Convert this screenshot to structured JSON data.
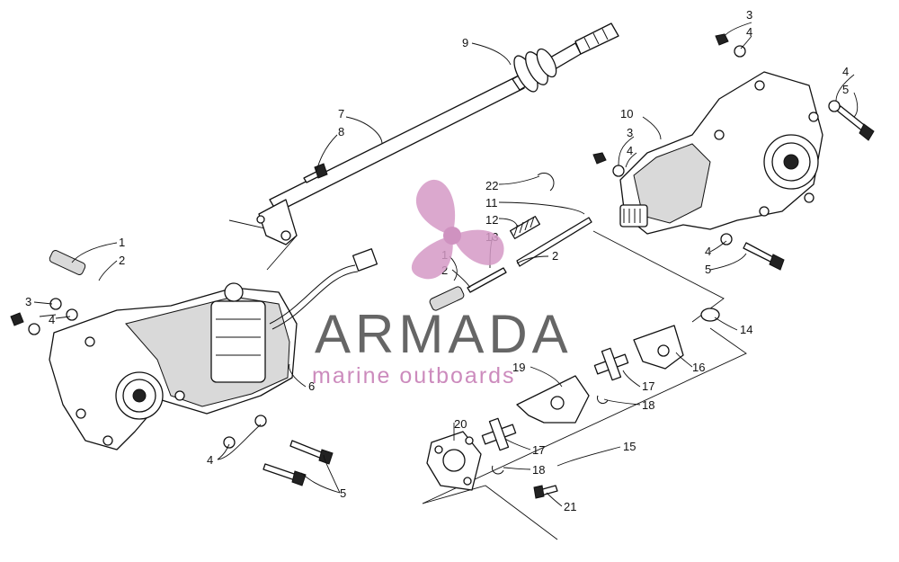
{
  "diagram": {
    "callouts": [
      "1",
      "2",
      "3",
      "4",
      "5",
      "6",
      "7",
      "8",
      "9",
      "10",
      "11",
      "12",
      "13",
      "14",
      "15",
      "16",
      "17",
      "18",
      "19",
      "20",
      "21",
      "22"
    ]
  },
  "watermark": {
    "brand": "ARMADA",
    "tagline": "marine outboards",
    "brand_color": "#5a5a5a",
    "accent_color": "#d59ac6"
  }
}
